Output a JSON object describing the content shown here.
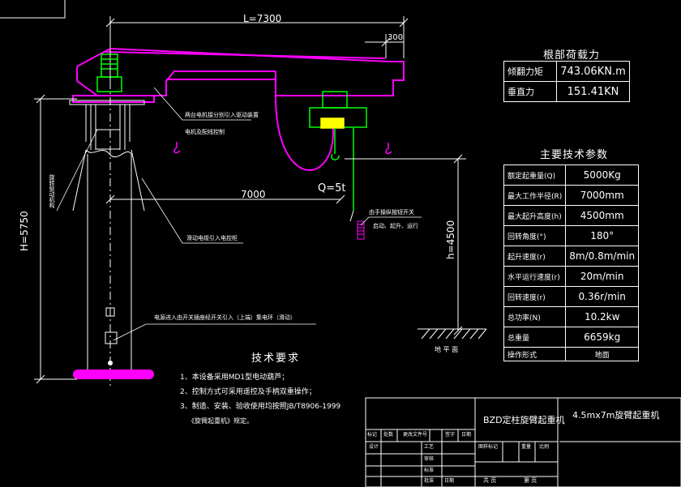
{
  "dims": {
    "span": "L=7300",
    "overhang": "300",
    "reach": "7000",
    "load": "Q=5t",
    "total_height": "H=5750",
    "lift_height": "h=4500"
  },
  "callouts": {
    "power_note_1": "两台电机接分别引入驱动装置",
    "power_note_2": "电机及配线控制",
    "slewing_note": "旋转驱动机构",
    "brush_note": "滑动电缆引入电控柜",
    "manual_note_1": "由手操纵按钮开关",
    "manual_note_2": "启动、起升、运行",
    "column_note": "电源进入由开关插座经开关引入（上端）集电环（滑动）",
    "ground": "地 平 面"
  },
  "tech_req": {
    "title": "技术要求",
    "items": [
      "1、本设备采用MD1型电动葫芦；",
      "2、控制方式可采用遥控及手柄双重操作；",
      "3、制造、安装、验收使用均按照JB/T8906-1999",
      "《旋臂起重机》规定。"
    ]
  },
  "foundation": {
    "title": "根部荷载力",
    "rows": [
      {
        "label": "倾翻力矩",
        "value": "743.06KN.m"
      },
      {
        "label": "垂直力",
        "value": "151.41KN"
      }
    ]
  },
  "params": {
    "title": "主要技术参数",
    "rows": [
      {
        "label": "额定起重量(Q)",
        "value": "5000Kg"
      },
      {
        "label": "最大工作半径(R)",
        "value": "7000mm"
      },
      {
        "label": "最大起升高度(h)",
        "value": "4500mm"
      },
      {
        "label": "回转角度(°)",
        "value": "180°"
      },
      {
        "label": "起升速度(r)",
        "value": "8m/0.8m/min"
      },
      {
        "label": "水平运行速度(r)",
        "value": "20m/min"
      },
      {
        "label": "回转速度(r)",
        "value": "0.36r/min"
      },
      {
        "label": "总功率(N)",
        "value": "10.2kw"
      },
      {
        "label": "总重量",
        "value": "6659kg"
      },
      {
        "label": "操作形式",
        "value": "地面"
      }
    ]
  },
  "title_block": {
    "name_left": "BZD定柱旋臂起重机",
    "name_right": "4.5mx7m旋臂起重机",
    "cells": [
      "标记",
      "处数",
      "更改文件号",
      "签字",
      "日期",
      "设计",
      "工艺",
      "审核",
      "标准",
      "批准",
      "日期",
      "图样标记",
      "重量",
      "比例",
      "共 页",
      "第 页"
    ]
  }
}
